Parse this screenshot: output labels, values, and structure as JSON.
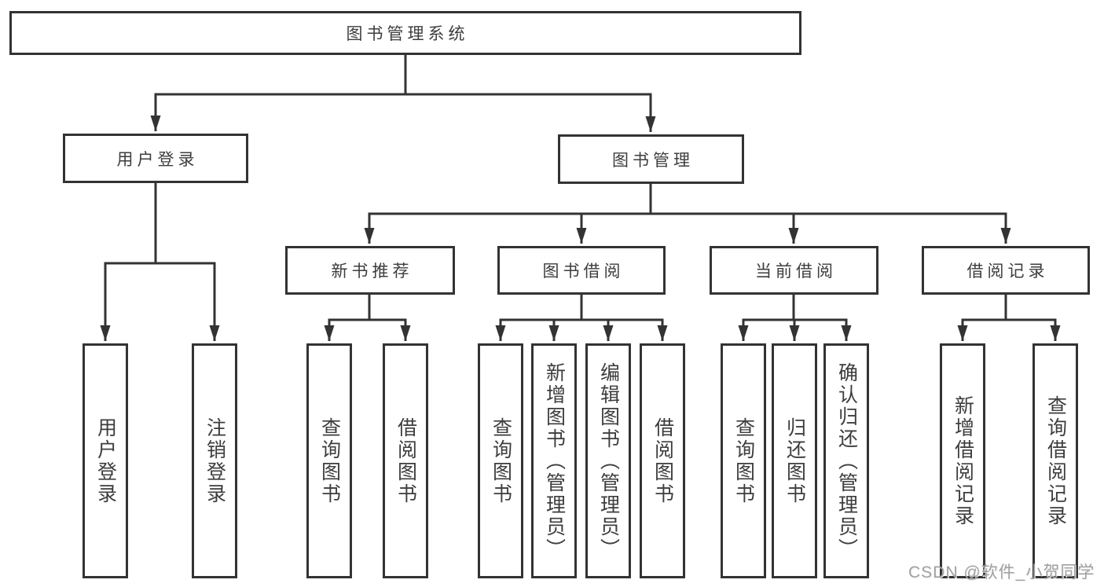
{
  "diagram": {
    "title": "图书管理系统",
    "level2": {
      "user_login": "用户登录",
      "book_mgmt": "图书管理"
    },
    "level3": {
      "new_books": "新书推荐",
      "borrowing": "图书借阅",
      "current": "当前借阅",
      "records": "借阅记录"
    },
    "leaves": {
      "login": "用户登录",
      "logout": "注销登录",
      "nb_query": "查询图书",
      "nb_borrow": "借阅图书",
      "bw_query": "查询图书",
      "bw_add": "新增图书（管理员）",
      "bw_edit": "编辑图书（管理员）",
      "bw_borrow": "借阅图书",
      "cur_query": "查询图书",
      "cur_return": "归还图书",
      "cur_confirm": "确认归还（管理员）",
      "rec_add": "新增借阅记录",
      "rec_query": "查询借阅记录"
    },
    "watermark": "CSDN @软件_小贺同学"
  },
  "colors": {
    "line": "#333333",
    "text": "#3d3d3d",
    "background": "#ffffff",
    "watermark": "#9a9a9a"
  }
}
